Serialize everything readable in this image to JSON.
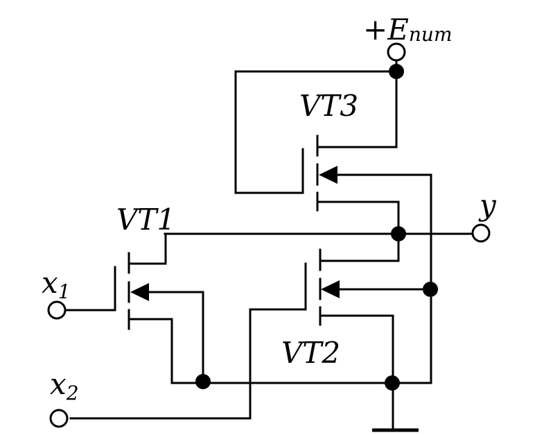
{
  "labels": {
    "supply_plus": "+",
    "supply_main": "E",
    "supply_sub": "num",
    "vt1": "VT1",
    "vt2": "VT2",
    "vt3": "VT3",
    "output": "y",
    "input1_main": "x",
    "input1_sub": "1",
    "input2_main": "x",
    "input2_sub": "2"
  }
}
